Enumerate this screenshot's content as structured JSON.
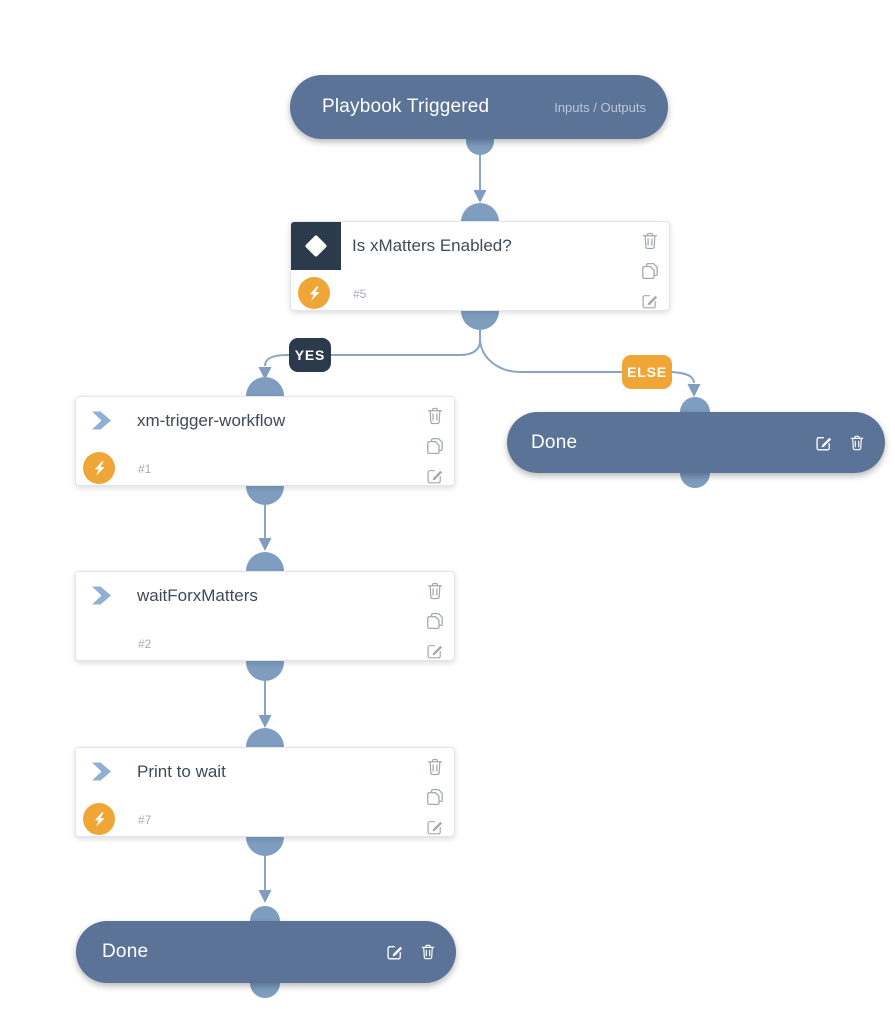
{
  "colors": {
    "pill_background": "#5a7397",
    "connector_dot": "#7e9dbf",
    "connector_line": "#8aa5c4",
    "dark_navy": "#2c3b4b",
    "accent_orange": "#f0a636",
    "node_title_text": "#3f4a55",
    "muted_text": "#a5acb4",
    "action_icon_gray": "#a2a9b1",
    "chevron_blue": "#8fb0d2"
  },
  "start_node": {
    "label": "Playbook Triggered",
    "secondary_label": "Inputs / Outputs"
  },
  "decision_node": {
    "title": "Is xMatters Enabled?",
    "id": "#5"
  },
  "branch_labels": {
    "yes": "YES",
    "else": "ELSE"
  },
  "action_nodes": [
    {
      "title": "xm-trigger-workflow",
      "id": "#1"
    },
    {
      "title": "waitForxMatters",
      "id": "#2"
    },
    {
      "title": "Print to wait",
      "id": "#7"
    }
  ],
  "end_nodes": {
    "right": {
      "label": "Done"
    },
    "bottom": {
      "label": "Done"
    }
  },
  "icons": {
    "decision": "diamond",
    "automation": "lightning-bolt",
    "action": "chevron-right",
    "delete": "trash-can",
    "duplicate": "copy-pages",
    "edit": "pencil-square"
  }
}
